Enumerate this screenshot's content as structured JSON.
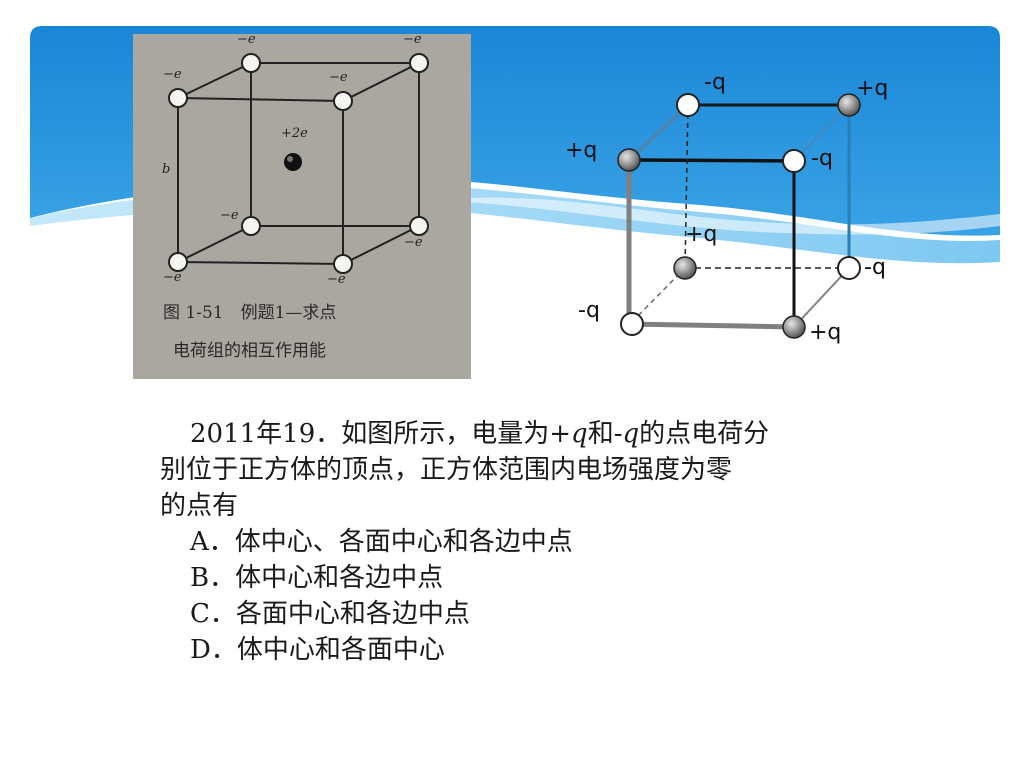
{
  "colors": {
    "banner_dark": "#1e8fdc",
    "banner_light": "#7ccaf2",
    "scan_bg": "#a9a7a0"
  },
  "figure_left": {
    "labels": {
      "top_back_left": "−e",
      "top_back_right": "−e",
      "top_front_left": "−e",
      "top_front_right": "−e",
      "center": "+2e",
      "edge": "b",
      "bottom_back_left": "−e",
      "bottom_back_right": "−e",
      "bottom_front_left": "−e",
      "bottom_front_right": "−e"
    },
    "caption_line1": "图 1-51　例题1—求点",
    "caption_line2": "电荷组的相互作用能"
  },
  "figure_right": {
    "labels": {
      "top_back_left": "-q",
      "top_back_right": "+q",
      "top_front_left": "+q",
      "top_front_right": "-q",
      "bottom_back_left": "+q",
      "bottom_back_right": "-q",
      "bottom_front_left": "-q",
      "bottom_front_right": "+q"
    }
  },
  "question": {
    "line1_a": "2011年19．如图所示，电量为+",
    "line1_var1": "q",
    "line1_b": "和-",
    "line1_var2": "q",
    "line1_c": "的点电荷分",
    "line2": "别位于正方体的顶点，正方体范围内电场强度为零",
    "line3": "的点有",
    "options": [
      "A．体中心、各面中心和各边中点",
      "B．体中心和各边中点",
      "C．各面中心和各边中点",
      "D．体中心和各面中心"
    ]
  }
}
